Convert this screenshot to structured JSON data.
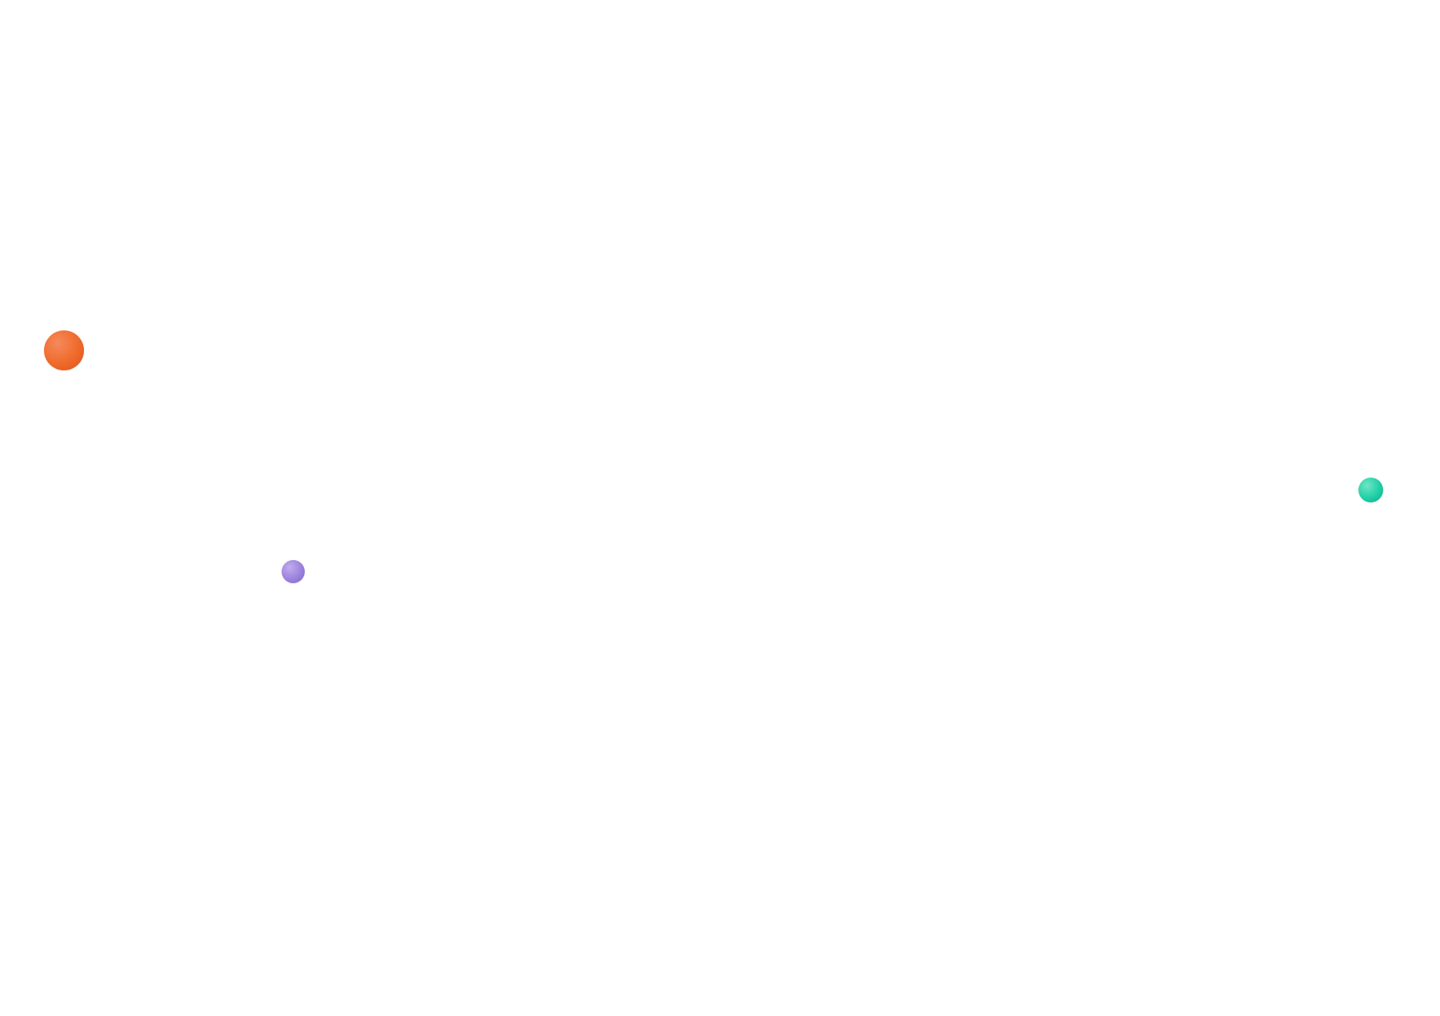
{
  "orbs": [
    {
      "name": "orange-orb",
      "colors": {
        "highlight": "#f58a5c",
        "base": "#ef6a2a",
        "shade": "#d9531a"
      }
    },
    {
      "name": "purple-orb",
      "colors": {
        "highlight": "#c1acef",
        "base": "#9b82dc",
        "shade": "#7f67c4"
      }
    },
    {
      "name": "teal-orb",
      "colors": {
        "highlight": "#6fe6c6",
        "base": "#1fcfa6",
        "shade": "#18a885"
      }
    }
  ]
}
